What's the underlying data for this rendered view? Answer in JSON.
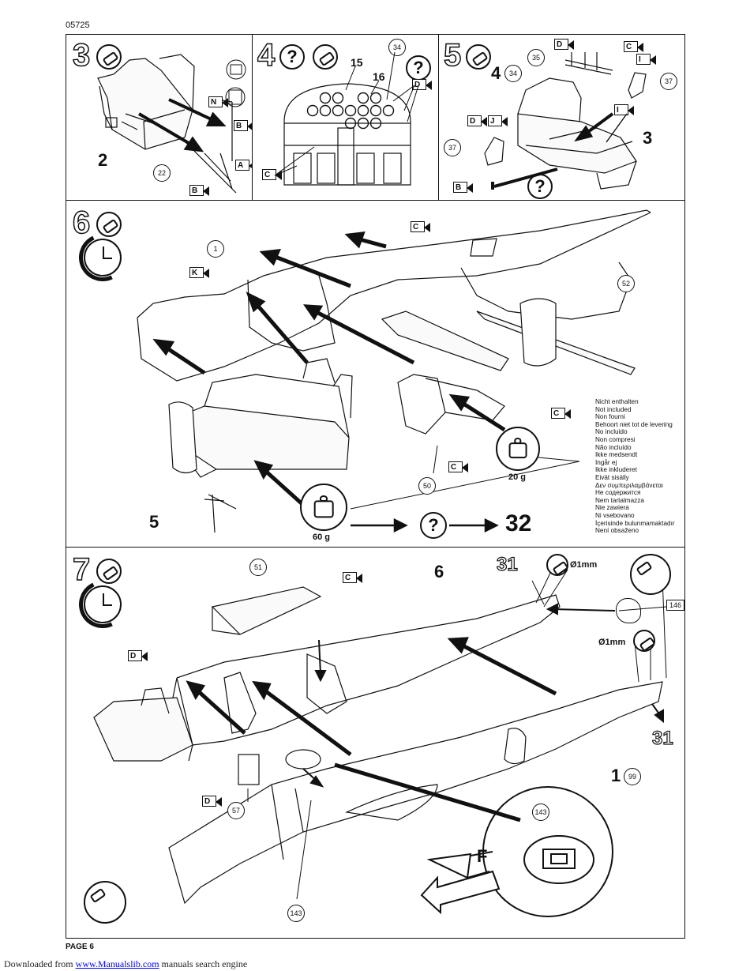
{
  "header": {
    "code": "05725"
  },
  "steps": {
    "s3": {
      "num": "3",
      "part": "2",
      "callout": "22",
      "labels": [
        "N",
        "B",
        "A",
        "B"
      ]
    },
    "s4": {
      "num": "4",
      "parts": [
        "15",
        "16"
      ],
      "callout": "34",
      "labels": [
        "D",
        "C"
      ]
    },
    "s5": {
      "num": "5",
      "parts": [
        "4",
        "3"
      ],
      "callouts": [
        "35",
        "34",
        "37",
        "37"
      ],
      "labels": [
        "D",
        "C",
        "I",
        "I",
        "D",
        "J",
        "B"
      ]
    },
    "s6": {
      "num": "6",
      "parts": [
        "5"
      ],
      "callouts": [
        "1",
        "52",
        "50"
      ],
      "labels": [
        "K",
        "C",
        "C",
        "C"
      ],
      "weight_small": "20 g",
      "weight_large": "60 g",
      "goto": "32",
      "not_included": [
        "Nicht enthalten",
        "Not included",
        "Non fourni",
        "Behoort niet tot de levering",
        "No incluido",
        "Non compresi",
        "Não incluído",
        "Ikke medsendt",
        "Ingår ej",
        "Ikke inkluderet",
        "Eivät sisälly",
        "Δεν συμπεριλαμβάνεται",
        "Не содержится",
        "Nem tartalmazza",
        "Nie zawiera",
        "Ni vsebovano",
        "İçerisinde bulunmamaktadır",
        "Není obsaženo"
      ]
    },
    "s7": {
      "num": "7",
      "parts": [
        "6",
        "31",
        "31",
        "1"
      ],
      "callouts": [
        "51",
        "57",
        "143",
        "143",
        "99"
      ],
      "labels": [
        "C",
        "D",
        "D"
      ],
      "drill1": "Ø1mm",
      "drill2": "Ø1mm",
      "ref_box": "146",
      "f_label": "F"
    }
  },
  "footer": {
    "page": "PAGE 6",
    "prefix": "Downloaded from ",
    "link": "www.Manualslib.com",
    "suffix": "  manuals search engine"
  }
}
